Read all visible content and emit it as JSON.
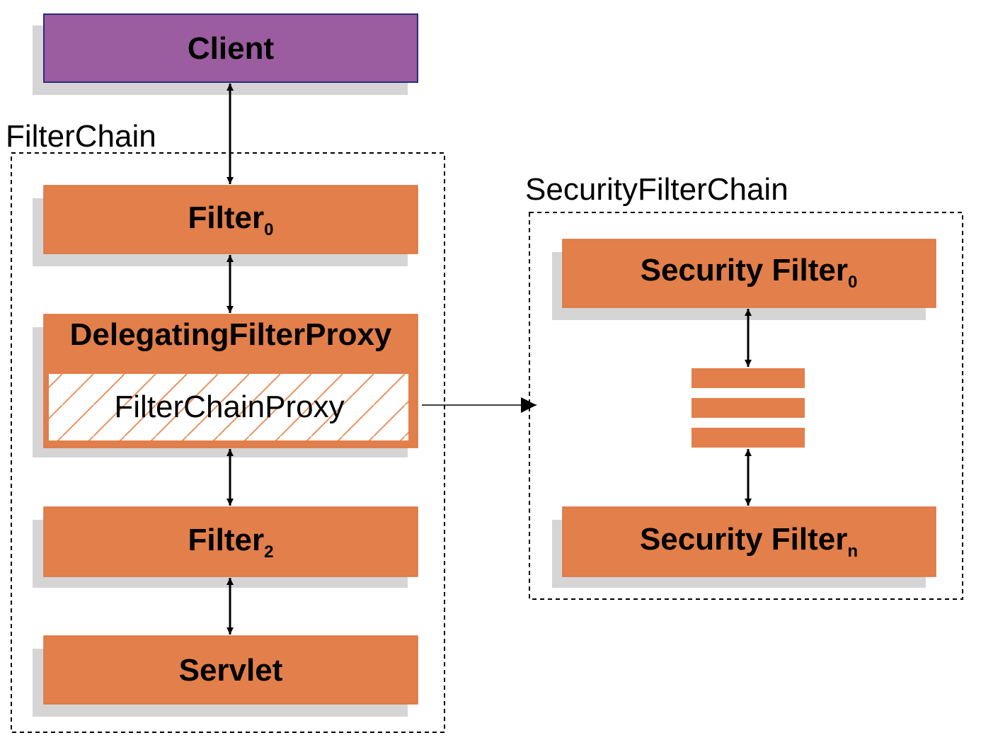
{
  "colors": {
    "client_fill": "#9B5DA0",
    "client_stroke": "#2B2B7A",
    "box_fill": "#E27F4B",
    "shadow": "#BDBDBD",
    "text": "#000000",
    "hatch_stroke": "#E8925E"
  },
  "client": {
    "label": "Client"
  },
  "filter_chain": {
    "title": "FilterChain",
    "filter0": {
      "label": "Filter",
      "subscript": "0"
    },
    "delegating_proxy": {
      "label": "DelegatingFilterProxy"
    },
    "filter_chain_proxy": {
      "label": "FilterChainProxy"
    },
    "filter2": {
      "label": "Filter",
      "subscript": "2"
    },
    "servlet": {
      "label": "Servlet"
    }
  },
  "security_filter_chain": {
    "title": "SecurityFilterChain",
    "security_filter0": {
      "label": "Security Filter",
      "subscript": "0"
    },
    "security_filtern": {
      "label": "Security Filter",
      "subscript": "n"
    }
  }
}
